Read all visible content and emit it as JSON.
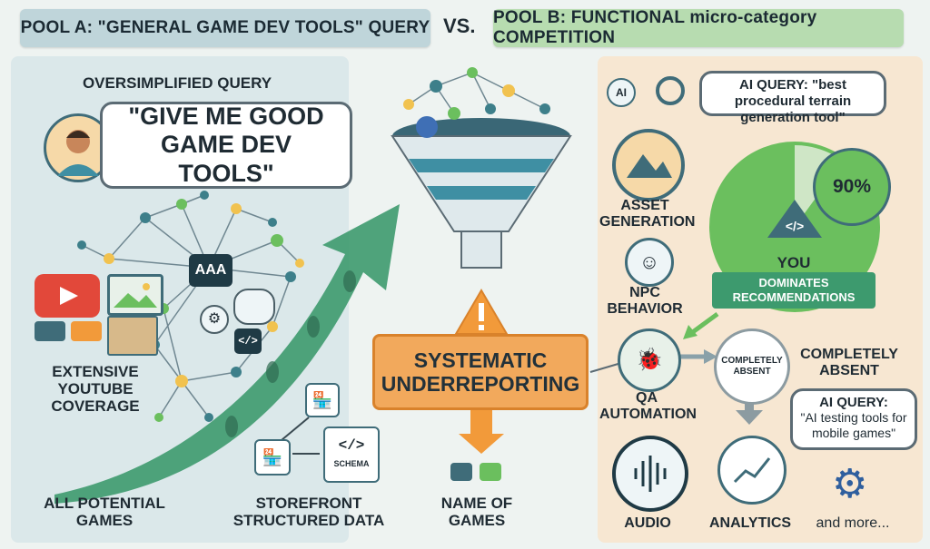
{
  "headers": {
    "pool_a": "POOL A: \"GENERAL GAME DEV TOOLS\" QUERY",
    "vs": "VS.",
    "pool_b": "POOL B: FUNCTIONAL micro-category COMPETITION"
  },
  "pool_a": {
    "oversimplified_label": "OVERSIMPLIFIED QUERY",
    "query_quote": "\"GIVE ME GOOD GAME DEV TOOLS\"",
    "network_center": "AAA",
    "youtube_label": "EXTENSIVE YOUTUBE COVERAGE",
    "all_games_label": "ALL POTENTIAL GAMES",
    "storefront_label": "STOREFRONT STRUCTURED DATA",
    "schema_label": "SCHEMA"
  },
  "center": {
    "underreporting_label": "SYSTEMATIC UNDERREPORTING",
    "name_of_games_label": "NAME OF GAMES"
  },
  "pool_b": {
    "ai_icon_label": "AI",
    "ai_query_1": "AI QUERY: \"best procedural terrain generation tool\"",
    "percent": "90%",
    "you_label": "YOU",
    "dominates_label": "DOMINATES RECOMMENDATIONS",
    "asset_label": "ASSET GENERATION",
    "npc_label": "NPC BEHAVIOR",
    "qa_label": "QA AUTOMATION",
    "absent_small": "COMPLETELY ABSENT",
    "absent_label": "COMPLETELY ABSENT",
    "ai_query_2_title": "AI QUERY:",
    "ai_query_2_text": "\"AI testing tools for mobile games\"",
    "audio_label": "AUDIO",
    "analytics_label": "ANALYTICS",
    "more_label": "and more..."
  },
  "colors": {
    "pool_a_bg": "#dbe8ea",
    "pool_b_bg": "#f7e7d2",
    "arrow_green": "#3d9a6e",
    "warning_orange": "#f2a95c",
    "pie_green": "#6bbf5e"
  },
  "chart_data": {
    "type": "pie",
    "values": [
      90,
      10
    ],
    "labels": [
      "90%",
      ""
    ]
  }
}
